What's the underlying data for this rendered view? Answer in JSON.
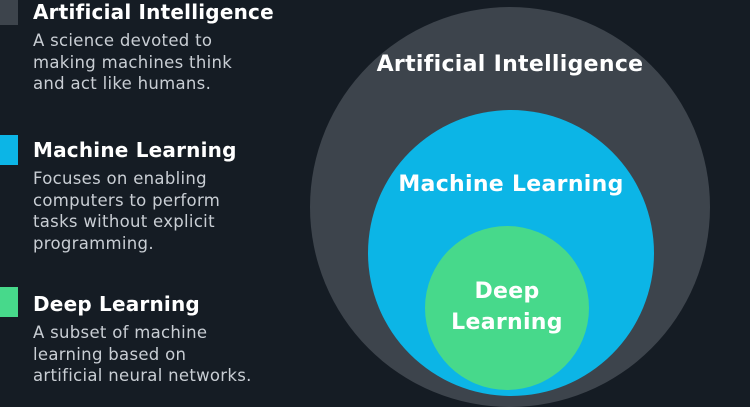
{
  "colors": {
    "background": "#151C24",
    "ai_gray": "#3D444C",
    "ml_blue": "#0CB5E6",
    "dl_green": "#47D98B",
    "heading_text": "#FFFFFF",
    "body_text": "#C9CED4"
  },
  "legend": {
    "items": [
      {
        "label": "Artificial Intelligence",
        "marker_color": "#3D444C",
        "lines": [
          "A science devoted to",
          "making machines think",
          "and act like humans."
        ]
      },
      {
        "label": "Machine Learning",
        "marker_color": "#0CB5E6",
        "lines": [
          "Focuses on enabling",
          "computers to perform",
          "tasks without explicit",
          "programming."
        ]
      },
      {
        "label": "Deep Learning",
        "marker_color": "#47D98B",
        "lines": [
          "A subset of machine",
          "learning based on",
          "artificial neural networks."
        ]
      }
    ]
  },
  "diagram": {
    "circles": [
      {
        "label": "Artificial Intelligence",
        "color": "#3D444C"
      },
      {
        "label": "Machine Learning",
        "color": "#0CB5E6"
      },
      {
        "label": "Deep Learning",
        "label_lines": [
          "Deep",
          "Learning"
        ],
        "color": "#47D98B"
      }
    ]
  }
}
